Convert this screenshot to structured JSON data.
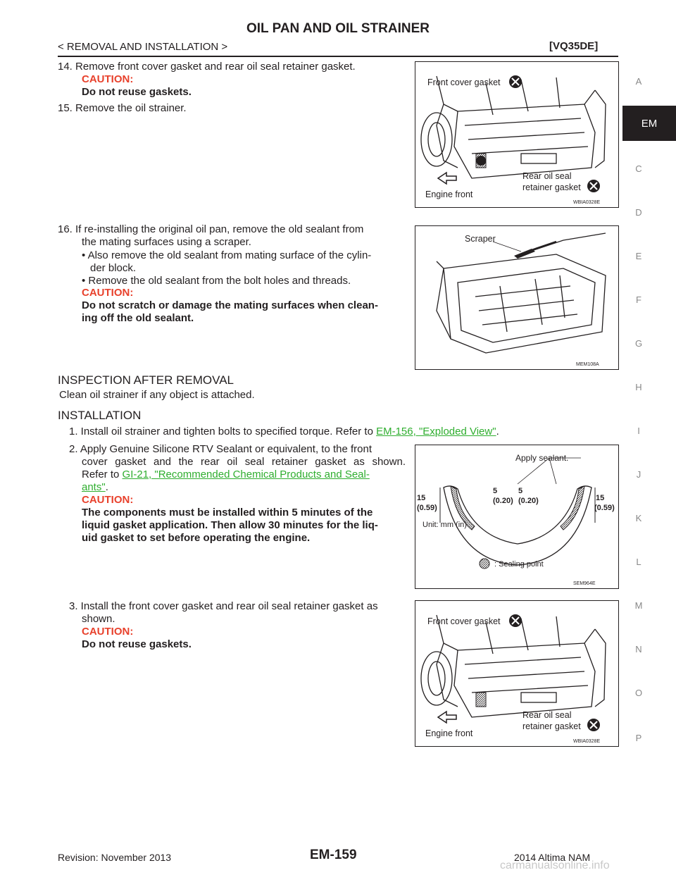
{
  "header": {
    "title": "OIL PAN AND OIL STRAINER",
    "breadcrumb": "< REMOVAL AND INSTALLATION >",
    "model": "[VQ35DE]"
  },
  "sidebar": {
    "letters": [
      "A",
      "C",
      "D",
      "E",
      "F",
      "G",
      "H",
      "I",
      "J",
      "K",
      "L",
      "M",
      "N",
      "O",
      "P"
    ],
    "active": "EM"
  },
  "steps": {
    "s14": {
      "text": "14. Remove front cover gasket and rear oil seal retainer gasket.",
      "caution_label": "CAUTION:",
      "caution": "Do not reuse gaskets."
    },
    "s15": {
      "text": "15. Remove the oil strainer."
    },
    "s16": {
      "line1": "16. If re-installing the original oil pan, remove the old sealant from",
      "line2": "the mating surfaces using a scraper.",
      "b1a": "• Also remove the old sealant from mating surface of the cylin-",
      "b1b": "der block.",
      "b2": "• Remove the old sealant from the bolt holes and threads.",
      "caution_label": "CAUTION:",
      "caution1": "Do not scratch or damage the mating surfaces when clean-",
      "caution2": "ing off the old sealant."
    }
  },
  "inspection": {
    "heading": "INSPECTION AFTER REMOVAL",
    "text": "Clean oil strainer if any object is attached."
  },
  "installation": {
    "heading": "INSTALLATION",
    "s1_text": "1. Install oil strainer and tighten bolts to specified torque. Refer to",
    "s1_link": "EM-156, \"Exploded View\"",
    "s1_end": ".",
    "s2_line1": "2. Apply Genuine Silicone RTV Sealant or equivalent, to the front",
    "s2_line2": "cover gasket and the rear oil seal retainer gasket as shown.",
    "s2_refer": "Refer to",
    "s2_link1": "GI-21, \"Recommended Chemical Products and Seal-",
    "s2_link2": "ants\"",
    "s2_end": ".",
    "s2_caution_label": "CAUTION:",
    "s2_caution1": "The components must be installed within 5 minutes of the",
    "s2_caution2": "liquid gasket application. Then allow 30 minutes for the liq-",
    "s2_caution3": "uid gasket to set before operating the engine.",
    "s3_line1": "3. Install the front cover gasket and rear oil seal retainer gasket as",
    "s3_line2": "shown.",
    "s3_caution_label": "CAUTION:",
    "s3_caution": "Do not reuse gaskets."
  },
  "figures": {
    "fig1": {
      "label_front_cover": "Front cover gasket",
      "label_rear1": "Rear oil seal",
      "label_rear2": "retainer gasket",
      "label_engine": "Engine front",
      "code": "WBIA0328E"
    },
    "fig2": {
      "label_scraper": "Scraper",
      "code": "MEM108A"
    },
    "fig3": {
      "label_apply": "Apply sealant.",
      "dim_outer": "15",
      "dim_outer_in": "(0.59)",
      "dim_inner": "5",
      "dim_inner_in": "(0.20)",
      "unit": "Unit: mm (in)",
      "legend": ": Sealing point",
      "code": "SEM964E"
    },
    "fig4": {
      "label_front_cover": "Front cover gasket",
      "label_rear1": "Rear oil seal",
      "label_rear2": "retainer gasket",
      "label_engine": "Engine front",
      "code": "WBIA0328E"
    }
  },
  "footer": {
    "revision": "Revision: November 2013",
    "page": "EM-159",
    "model": "2014 Altima NAM",
    "watermark": "carmanualsonline.info"
  }
}
